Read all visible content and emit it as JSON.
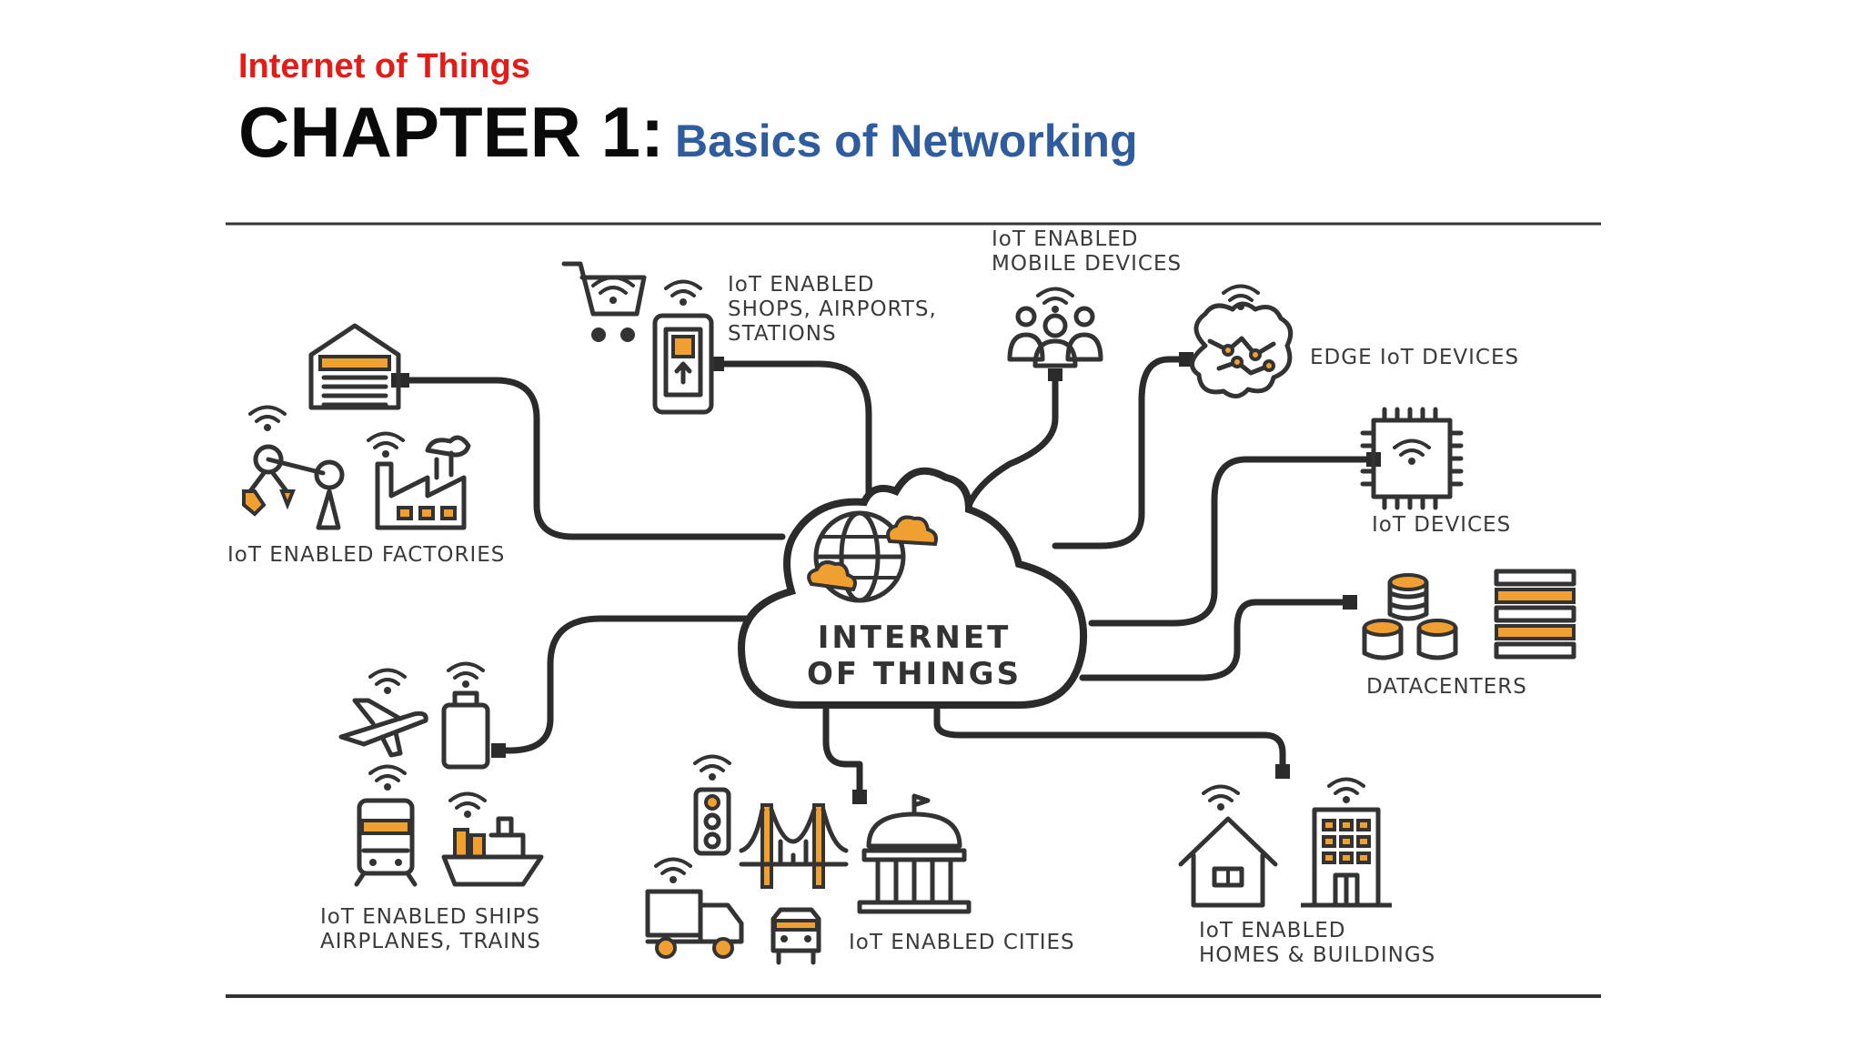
{
  "header": {
    "kicker": "Internet of Things",
    "chapter": "CHAPTER 1:",
    "subtitle": "Basics of Networking"
  },
  "diagram": {
    "center": {
      "line1": "INTERNET",
      "line2": "OF THINGS"
    },
    "nodes": {
      "shops": [
        "IoT ENABLED",
        "SHOPS, AIRPORTS,",
        "STATIONS"
      ],
      "mobile": [
        "IoT ENABLED",
        "MOBILE DEVICES"
      ],
      "edge": [
        "EDGE IoT DEVICES"
      ],
      "factories": [
        "IoT ENABLED FACTORIES"
      ],
      "devices": [
        "IoT DEVICES"
      ],
      "datacenters": [
        "DATACENTERS"
      ],
      "transport": [
        "IoT ENABLED SHIPS",
        "AIRPLANES, TRAINS"
      ],
      "cities": [
        "IoT ENABLED CITIES"
      ],
      "homes": [
        "IoT ENABLED",
        "HOMES & BUILDINGS"
      ]
    }
  },
  "colors": {
    "kicker": "#e41b17",
    "subtitle": "#2e5c9e",
    "accent": "#f0a030",
    "ink": "#2b2b2b"
  }
}
